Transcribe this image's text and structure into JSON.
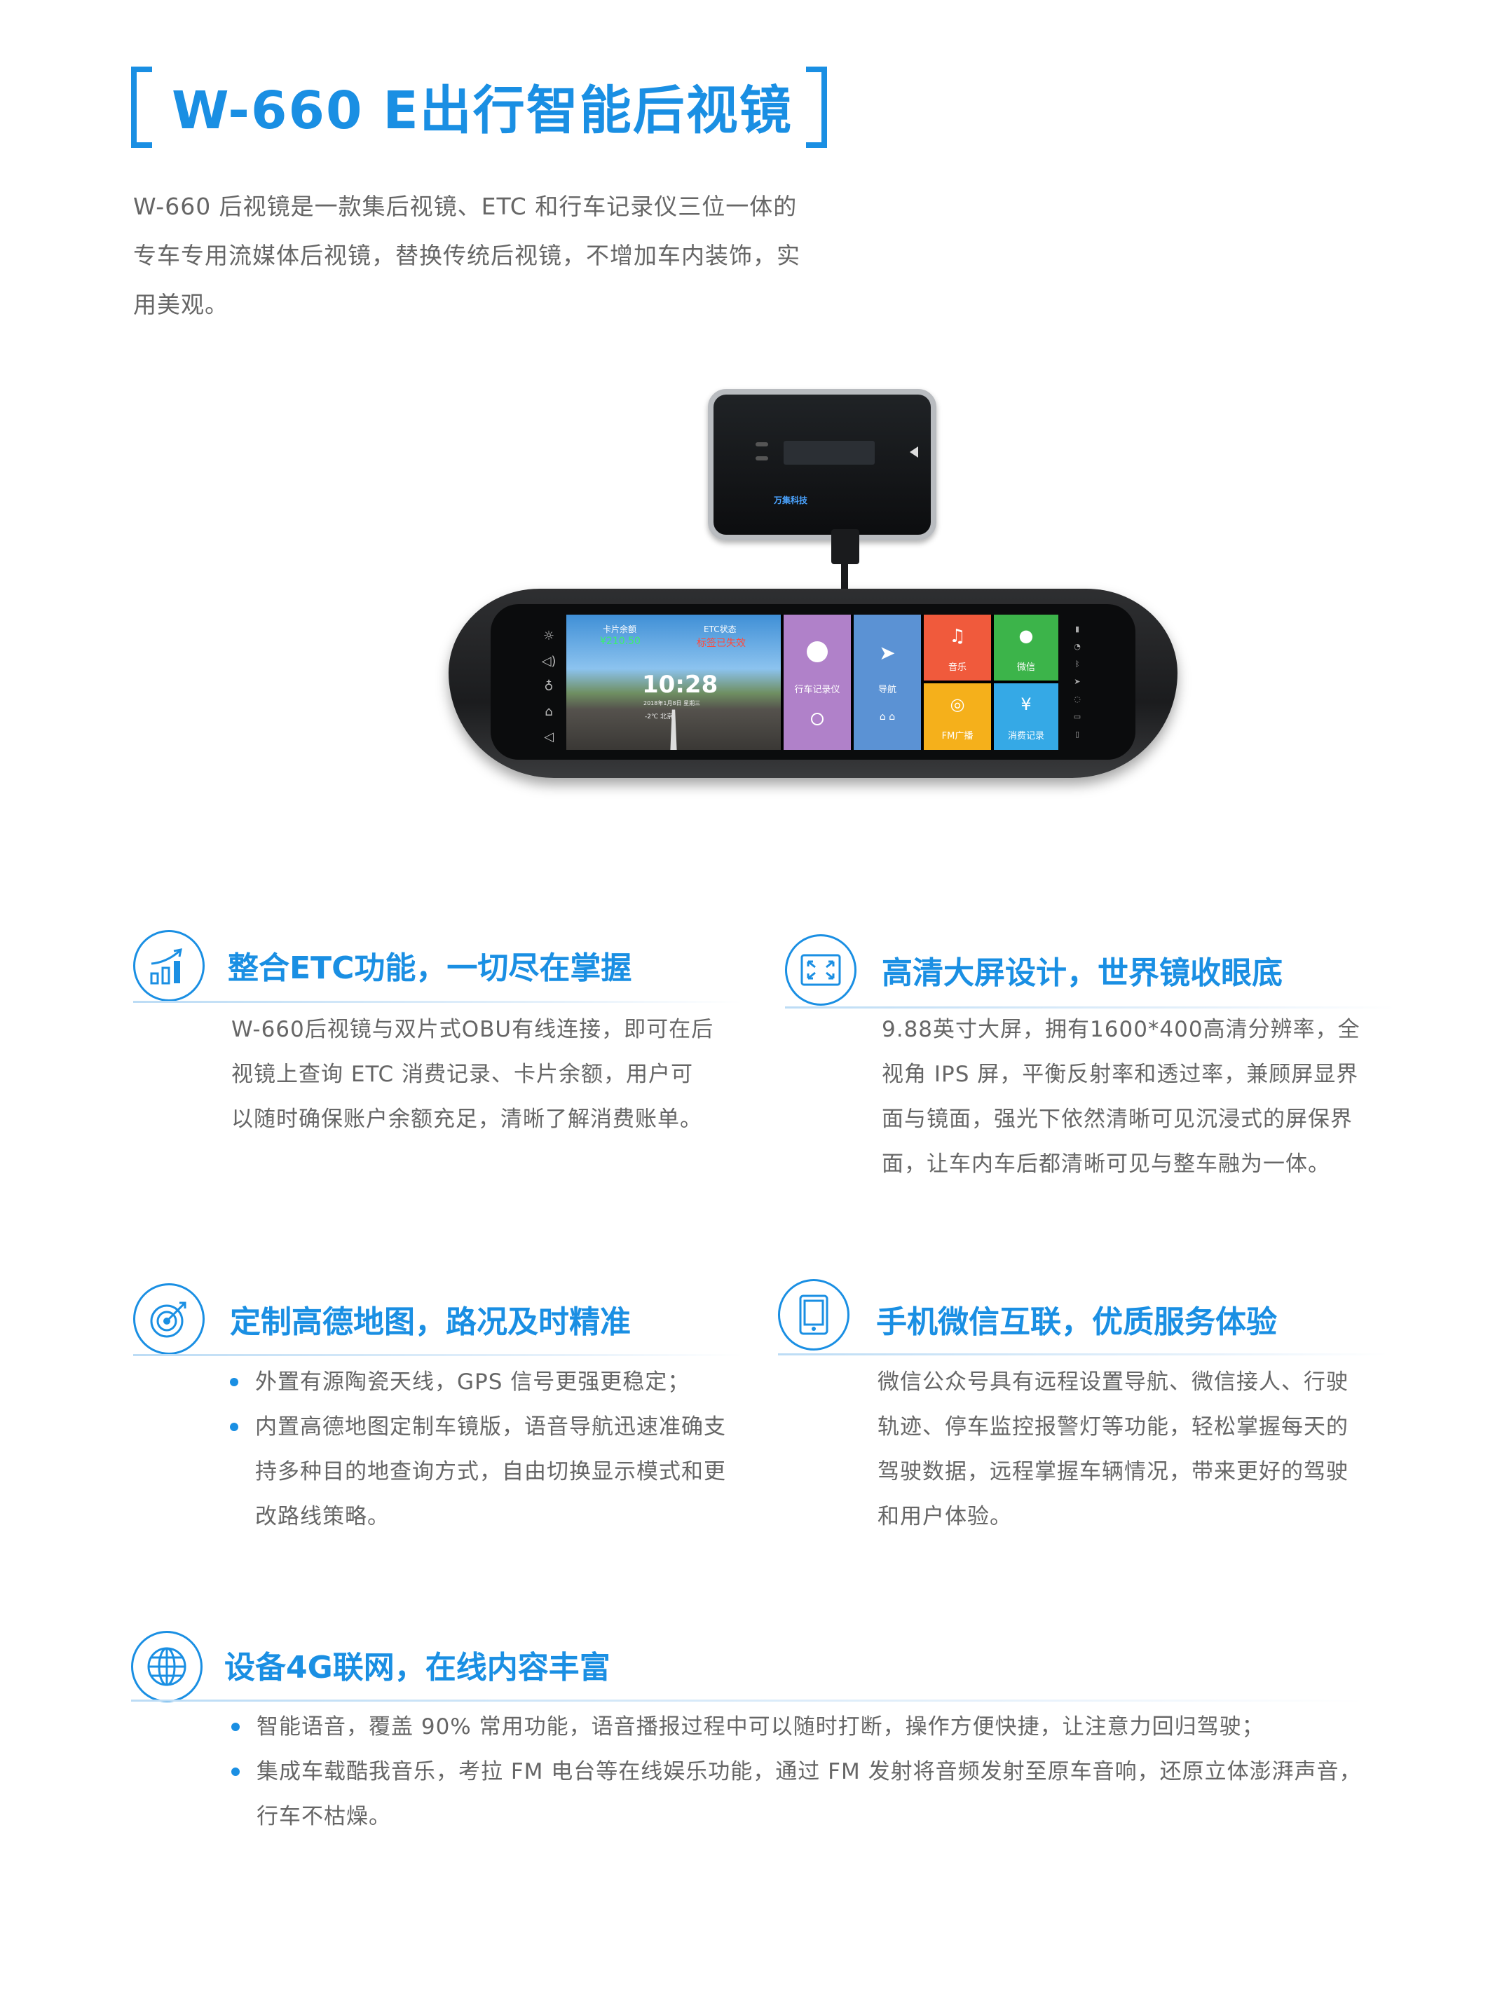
{
  "title": "W-660 E出行智能后视镜",
  "intro": "W-660 后视镜是一款集后视镜、ETC 和行车记录仪三位一体的专车专用流媒体后视镜，替换传统后视镜，不增加车内装饰，实用美观。",
  "device": {
    "obu_brand": "万集科技",
    "card_balance_label": "卡片余额",
    "card_balance_value": "¥210.50",
    "etc_status_label": "ETC状态",
    "etc_status_value": "标签已失效",
    "clock": "10:28",
    "date": "2018年1月8日  星期三",
    "temperature": "-2℃  北京",
    "tiles": {
      "recorder": "行车记录仪",
      "navigation": "导航",
      "music": "音乐",
      "wechat": "微信",
      "fm": "FM广播",
      "records": "消费记录"
    }
  },
  "sections": {
    "etc": {
      "title": "整合ETC功能，一切尽在掌握",
      "body": "W-660后视镜与双片式OBU有线连接，即可在后视镜上查询 ETC 消费记录、卡片余额，用户可以随时确保账户余额充足，清晰了解消费账单。"
    },
    "screen": {
      "title": "高清大屏设计，世界镜收眼底",
      "body": "9.88英寸大屏，拥有1600*400高清分辨率，全视角 IPS 屏，平衡反射率和透过率，兼顾屏显界面与镜面，强光下依然清晰可见沉浸式的屏保界面，让车内车后都清晰可见与整车融为一体。"
    },
    "map": {
      "title": "定制高德地图，路况及时精准",
      "bullets": [
        "外置有源陶瓷天线，GPS 信号更强更稳定；",
        "内置高德地图定制车镜版，语音导航迅速准确支持多种目的地查询方式，自由切换显示模式和更改路线策略。"
      ]
    },
    "wechat": {
      "title": "手机微信互联，优质服务体验",
      "body": "微信公众号具有远程设置导航、微信接人、行驶轨迹、停车监控报警灯等功能，轻松掌握每天的驾驶数据，远程掌握车辆情况，带来更好的驾驶和用户体验。"
    },
    "network": {
      "title": "设备4G联网，在线内容丰富",
      "bullets": [
        "智能语音，覆盖 90% 常用功能，语音播报过程中可以随时打断，操作方便快捷，让注意力回归驾驶；",
        "集成车载酷我音乐，考拉 FM 电台等在线娱乐功能，通过 FM 发射将音频发射至原车音响，还原立体澎湃声音，行车不枯燥。"
      ]
    }
  },
  "colors": {
    "accent": "#1a8fe3",
    "text": "#666666"
  }
}
